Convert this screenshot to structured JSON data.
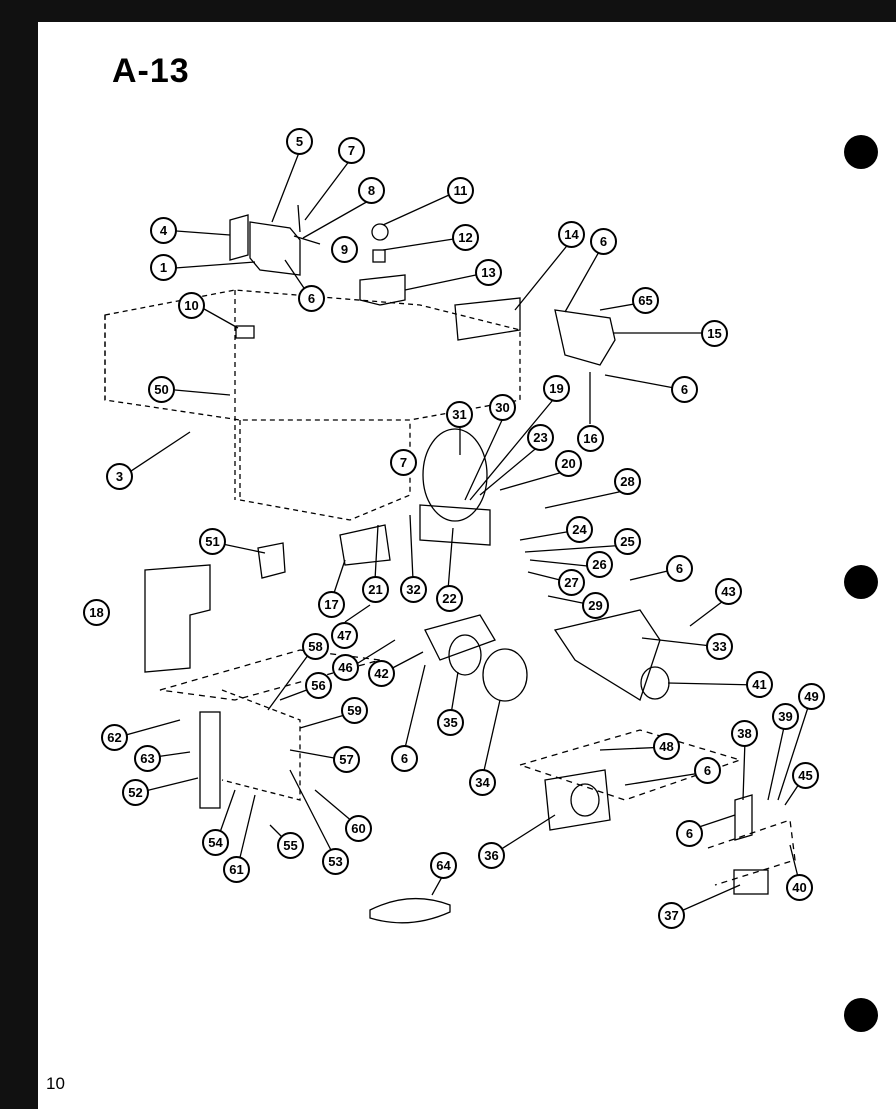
{
  "title": "A-13",
  "page_number": "10",
  "callouts": [
    "1",
    "3",
    "4",
    "5",
    "6",
    "7",
    "8",
    "9",
    "10",
    "11",
    "12",
    "13",
    "14",
    "15",
    "16",
    "17",
    "18",
    "19",
    "20",
    "21",
    "22",
    "23",
    "24",
    "25",
    "26",
    "27",
    "28",
    "29",
    "30",
    "31",
    "32",
    "33",
    "34",
    "35",
    "36",
    "37",
    "38",
    "39",
    "40",
    "41",
    "42",
    "43",
    "45",
    "46",
    "47",
    "48",
    "49",
    "50",
    "51",
    "52",
    "53",
    "54",
    "55",
    "56",
    "57",
    "58",
    "59",
    "60",
    "61",
    "62",
    "63",
    "64",
    "65"
  ],
  "colors": {
    "ink": "#000000",
    "paper": "#ffffff",
    "scan_edge": "#111111"
  },
  "icons": [
    "binder-hole-icon"
  ]
}
